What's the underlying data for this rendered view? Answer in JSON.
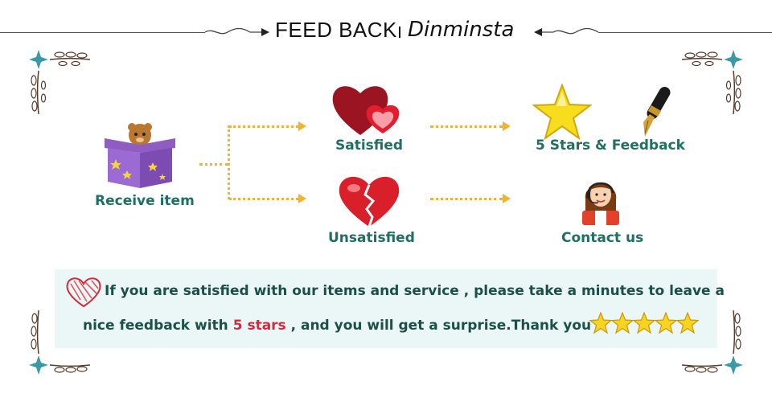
{
  "header": {
    "title": "FEED BACK",
    "brand": "Dinminsta"
  },
  "flow": {
    "receive": "Receive item",
    "satisfied": "Satisfied",
    "unsatisfied": "Unsatisfied",
    "stars_feedback": "5 Stars  &  Feedback",
    "contact": "Contact us"
  },
  "banner": {
    "line1": "If you are satisfied with our items and service , please take a minutes to leave a",
    "line2_prefix": "nice feedback with ",
    "line2_highlight": "5 stars",
    "line2_suffix": " , and you will get a surprise.Thank you !",
    "star_count": 5
  },
  "colors": {
    "label": "#1f6f63",
    "arrow": "#f2b233",
    "banner_bg": "#eaf7f6",
    "highlight": "#d6283c"
  },
  "icons": [
    "gift-box-icon",
    "heart-satisfied-icon",
    "broken-heart-icon",
    "star-icon",
    "pen-icon",
    "support-agent-icon",
    "scribbled-heart-icon",
    "rating-star-icon",
    "floral-corner-icon"
  ]
}
